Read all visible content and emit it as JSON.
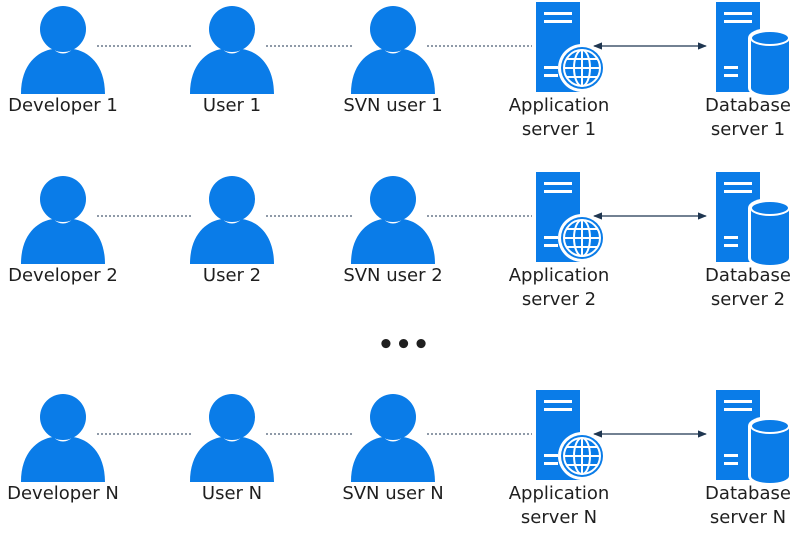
{
  "colors": {
    "icon": "#0a7ce8",
    "connector": "#1f3650",
    "text": "#1f1f1f"
  },
  "rows": [
    {
      "developer": "Developer 1",
      "user": "User 1",
      "svn_user": "SVN user 1",
      "app_server": [
        "Application",
        "server 1"
      ],
      "db_server": [
        "Database",
        "server 1"
      ]
    },
    {
      "developer": "Developer 2",
      "user": "User 2",
      "svn_user": "SVN user 2",
      "app_server": [
        "Application",
        "server 2"
      ],
      "db_server": [
        "Database",
        "server 2"
      ]
    },
    {
      "developer": "Developer N",
      "user": "User N",
      "svn_user": "SVN user N",
      "app_server": [
        "Application",
        "server N"
      ],
      "db_server": [
        "Database",
        "server N"
      ]
    }
  ],
  "ellipsis": "•••",
  "icons": {
    "person": "person-icon",
    "app_server": "server-globe-icon",
    "db_server": "database-server-icon"
  }
}
